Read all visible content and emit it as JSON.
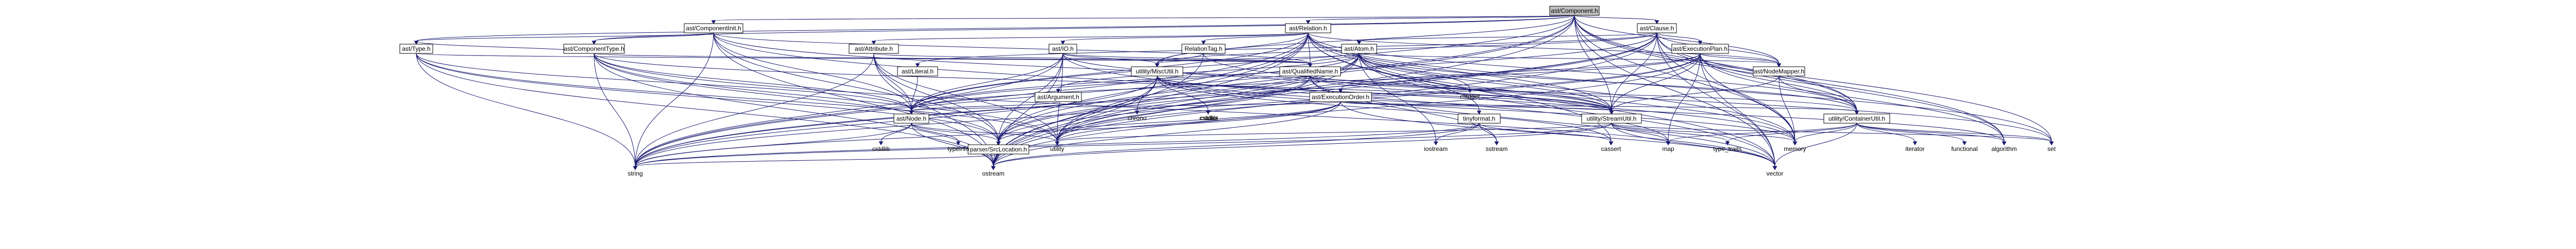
{
  "graph": {
    "root": "ast/Component.h",
    "nodes": [
      {
        "id": "n0",
        "label": "ast/Component.h",
        "kind": "root"
      },
      {
        "id": "n1",
        "label": "ast/ComponentInit.h",
        "kind": "file"
      },
      {
        "id": "n2",
        "label": "ast/Relation.h",
        "kind": "file"
      },
      {
        "id": "n3",
        "label": "ast/Clause.h",
        "kind": "file"
      },
      {
        "id": "n4",
        "label": "ast/Type.h",
        "kind": "file"
      },
      {
        "id": "n5",
        "label": "ast/ComponentType.h",
        "kind": "file"
      },
      {
        "id": "n6",
        "label": "ast/Attribute.h",
        "kind": "file"
      },
      {
        "id": "n7",
        "label": "ast/IO.h",
        "kind": "file"
      },
      {
        "id": "n8",
        "label": "RelationTag.h",
        "kind": "file"
      },
      {
        "id": "n9",
        "label": "ast/Atom.h",
        "kind": "file"
      },
      {
        "id": "n10",
        "label": "ast/ExecutionPlan.h",
        "kind": "file"
      },
      {
        "id": "n11",
        "label": "ast/Literal.h",
        "kind": "file"
      },
      {
        "id": "n12",
        "label": "utility/MiscUtil.h",
        "kind": "file"
      },
      {
        "id": "n13",
        "label": "ast/QualifiedName.h",
        "kind": "file"
      },
      {
        "id": "n14",
        "label": "ast/NodeMapper.h",
        "kind": "file"
      },
      {
        "id": "n15",
        "label": "ast/Argument.h",
        "kind": "file"
      },
      {
        "id": "n16",
        "label": "ast/ExecutionOrder.h",
        "kind": "file"
      },
      {
        "id": "n17",
        "label": "ast/Node.h",
        "kind": "file"
      },
      {
        "id": "n18",
        "label": "tinyformat.h",
        "kind": "file"
      },
      {
        "id": "n19",
        "label": "utility/StreamUtil.h",
        "kind": "file"
      },
      {
        "id": "n20",
        "label": "utility/ContainerUtil.h",
        "kind": "file"
      },
      {
        "id": "n21",
        "label": "parser/SrcLocation.h",
        "kind": "file"
      },
      {
        "id": "n22",
        "label": "cstddef",
        "kind": "system"
      },
      {
        "id": "n23",
        "label": "chrono",
        "kind": "system"
      },
      {
        "id": "n24",
        "label": "cstdlib",
        "kind": "system"
      },
      {
        "id": "n25",
        "label": "cstdint",
        "kind": "system"
      },
      {
        "id": "n26",
        "label": "cassert",
        "kind": "system"
      },
      {
        "id": "n27",
        "label": "iostream",
        "kind": "system"
      },
      {
        "id": "n28",
        "label": "sstream",
        "kind": "system"
      },
      {
        "id": "n29",
        "label": "utility",
        "kind": "system"
      },
      {
        "id": "n30",
        "label": "type_traits",
        "kind": "system"
      },
      {
        "id": "n31",
        "label": "map",
        "kind": "system"
      },
      {
        "id": "n32",
        "label": "memory",
        "kind": "system"
      },
      {
        "id": "n33",
        "label": "iterator",
        "kind": "system"
      },
      {
        "id": "n34",
        "label": "functional",
        "kind": "system"
      },
      {
        "id": "n35",
        "label": "algorithm",
        "kind": "system"
      },
      {
        "id": "n36",
        "label": "set",
        "kind": "system"
      },
      {
        "id": "n37",
        "label": "vector",
        "kind": "system"
      },
      {
        "id": "n38",
        "label": "ostream",
        "kind": "system"
      },
      {
        "id": "n39",
        "label": "string",
        "kind": "system"
      },
      {
        "id": "n40",
        "label": "typeinfo",
        "kind": "system"
      },
      {
        "id": "n41",
        "label": "cstdlib",
        "kind": "system"
      }
    ],
    "edges": [
      [
        "n0",
        "n1"
      ],
      [
        "n0",
        "n2"
      ],
      [
        "n0",
        "n3"
      ],
      [
        "n0",
        "n4"
      ],
      [
        "n0",
        "n5"
      ],
      [
        "n0",
        "n12"
      ],
      [
        "n0",
        "n14"
      ],
      [
        "n0",
        "n17"
      ],
      [
        "n0",
        "n19"
      ],
      [
        "n0",
        "n20"
      ],
      [
        "n0",
        "n21"
      ],
      [
        "n0",
        "n32"
      ],
      [
        "n0",
        "n35"
      ],
      [
        "n0",
        "n36"
      ],
      [
        "n0",
        "n37"
      ],
      [
        "n0",
        "n38"
      ],
      [
        "n0",
        "n39"
      ],
      [
        "n1",
        "n4"
      ],
      [
        "n1",
        "n5"
      ],
      [
        "n1",
        "n17"
      ],
      [
        "n1",
        "n13"
      ],
      [
        "n1",
        "n21"
      ],
      [
        "n1",
        "n19"
      ],
      [
        "n1",
        "n32"
      ],
      [
        "n1",
        "n38"
      ],
      [
        "n1",
        "n39"
      ],
      [
        "n2",
        "n6"
      ],
      [
        "n2",
        "n7"
      ],
      [
        "n2",
        "n8"
      ],
      [
        "n2",
        "n13"
      ],
      [
        "n2",
        "n17"
      ],
      [
        "n2",
        "n12"
      ],
      [
        "n2",
        "n14"
      ],
      [
        "n2",
        "n19"
      ],
      [
        "n2",
        "n20"
      ],
      [
        "n2",
        "n21"
      ],
      [
        "n2",
        "n26"
      ],
      [
        "n2",
        "n32"
      ],
      [
        "n2",
        "n36"
      ],
      [
        "n2",
        "n37"
      ],
      [
        "n2",
        "n38"
      ],
      [
        "n2",
        "n39"
      ],
      [
        "n2",
        "n29"
      ],
      [
        "n3",
        "n9"
      ],
      [
        "n3",
        "n10"
      ],
      [
        "n3",
        "n11"
      ],
      [
        "n3",
        "n14"
      ],
      [
        "n3",
        "n17"
      ],
      [
        "n3",
        "n19"
      ],
      [
        "n3",
        "n20"
      ],
      [
        "n3",
        "n21"
      ],
      [
        "n3",
        "n12"
      ],
      [
        "n3",
        "n32"
      ],
      [
        "n3",
        "n35"
      ],
      [
        "n3",
        "n37"
      ],
      [
        "n3",
        "n38"
      ],
      [
        "n3",
        "n39"
      ],
      [
        "n3",
        "n29"
      ],
      [
        "n4",
        "n13"
      ],
      [
        "n4",
        "n17"
      ],
      [
        "n4",
        "n21"
      ],
      [
        "n4",
        "n29"
      ],
      [
        "n4",
        "n38"
      ],
      [
        "n4",
        "n39"
      ],
      [
        "n5",
        "n13"
      ],
      [
        "n5",
        "n4"
      ],
      [
        "n5",
        "n17"
      ],
      [
        "n5",
        "n21"
      ],
      [
        "n5",
        "n19"
      ],
      [
        "n5",
        "n29"
      ],
      [
        "n5",
        "n37"
      ],
      [
        "n5",
        "n38"
      ],
      [
        "n5",
        "n39"
      ],
      [
        "n6",
        "n13"
      ],
      [
        "n6",
        "n17"
      ],
      [
        "n6",
        "n21"
      ],
      [
        "n6",
        "n29"
      ],
      [
        "n6",
        "n38"
      ],
      [
        "n6",
        "n39"
      ],
      [
        "n7",
        "n13"
      ],
      [
        "n7",
        "n17"
      ],
      [
        "n7",
        "n21"
      ],
      [
        "n7",
        "n12"
      ],
      [
        "n7",
        "n19"
      ],
      [
        "n7",
        "n31"
      ],
      [
        "n7",
        "n29"
      ],
      [
        "n7",
        "n38"
      ],
      [
        "n7",
        "n39"
      ],
      [
        "n8",
        "n12"
      ],
      [
        "n8",
        "n36"
      ],
      [
        "n8",
        "n38"
      ],
      [
        "n9",
        "n15"
      ],
      [
        "n9",
        "n13"
      ],
      [
        "n9",
        "n17"
      ],
      [
        "n9",
        "n14"
      ],
      [
        "n9",
        "n21"
      ],
      [
        "n9",
        "n19"
      ],
      [
        "n9",
        "n20"
      ],
      [
        "n9",
        "n12"
      ],
      [
        "n9",
        "n18"
      ],
      [
        "n9",
        "n22"
      ],
      [
        "n9",
        "n32"
      ],
      [
        "n9",
        "n37"
      ],
      [
        "n9",
        "n38"
      ],
      [
        "n9",
        "n39"
      ],
      [
        "n9",
        "n27"
      ],
      [
        "n9",
        "n29"
      ],
      [
        "n10",
        "n16"
      ],
      [
        "n10",
        "n17"
      ],
      [
        "n10",
        "n14"
      ],
      [
        "n10",
        "n21"
      ],
      [
        "n10",
        "n19"
      ],
      [
        "n10",
        "n20"
      ],
      [
        "n10",
        "n31"
      ],
      [
        "n10",
        "n32"
      ],
      [
        "n10",
        "n35"
      ],
      [
        "n10",
        "n37"
      ],
      [
        "n10",
        "n38"
      ],
      [
        "n10",
        "n29"
      ],
      [
        "n11",
        "n17"
      ],
      [
        "n12",
        "n23"
      ],
      [
        "n12",
        "n24"
      ],
      [
        "n12",
        "n19"
      ],
      [
        "n12",
        "n29"
      ],
      [
        "n12",
        "n32"
      ],
      [
        "n12",
        "n35"
      ],
      [
        "n12",
        "n26"
      ],
      [
        "n12",
        "n38"
      ],
      [
        "n12",
        "n39"
      ],
      [
        "n13",
        "n19"
      ],
      [
        "n13",
        "n20"
      ],
      [
        "n13",
        "n29"
      ],
      [
        "n13",
        "n28"
      ],
      [
        "n13",
        "n39"
      ],
      [
        "n13",
        "n37"
      ],
      [
        "n14",
        "n20"
      ],
      [
        "n14",
        "n19"
      ],
      [
        "n14",
        "n32"
      ],
      [
        "n15",
        "n17"
      ],
      [
        "n16",
        "n17"
      ],
      [
        "n16",
        "n21"
      ],
      [
        "n16",
        "n19"
      ],
      [
        "n16",
        "n20"
      ],
      [
        "n16",
        "n29"
      ],
      [
        "n16",
        "n37"
      ],
      [
        "n16",
        "n38"
      ],
      [
        "n16",
        "n39"
      ],
      [
        "n17",
        "n21"
      ],
      [
        "n17",
        "n29"
      ],
      [
        "n17",
        "n40"
      ],
      [
        "n17",
        "n41"
      ],
      [
        "n17",
        "n38"
      ],
      [
        "n17",
        "n39"
      ],
      [
        "n18",
        "n26"
      ],
      [
        "n18",
        "n27"
      ],
      [
        "n18",
        "n28"
      ],
      [
        "n18",
        "n38"
      ],
      [
        "n18",
        "n39"
      ],
      [
        "n19",
        "n29"
      ],
      [
        "n19",
        "n30"
      ],
      [
        "n19",
        "n31"
      ],
      [
        "n19",
        "n32"
      ],
      [
        "n19",
        "n36"
      ],
      [
        "n19",
        "n37"
      ],
      [
        "n19",
        "n38"
      ],
      [
        "n19",
        "n39"
      ],
      [
        "n20",
        "n33"
      ],
      [
        "n20",
        "n34"
      ],
      [
        "n20",
        "n35"
      ],
      [
        "n20",
        "n31"
      ],
      [
        "n20",
        "n32"
      ],
      [
        "n20",
        "n36"
      ],
      [
        "n20",
        "n37"
      ],
      [
        "n20",
        "n30"
      ],
      [
        "n21",
        "n38"
      ],
      [
        "n21",
        "n39"
      ]
    ]
  }
}
